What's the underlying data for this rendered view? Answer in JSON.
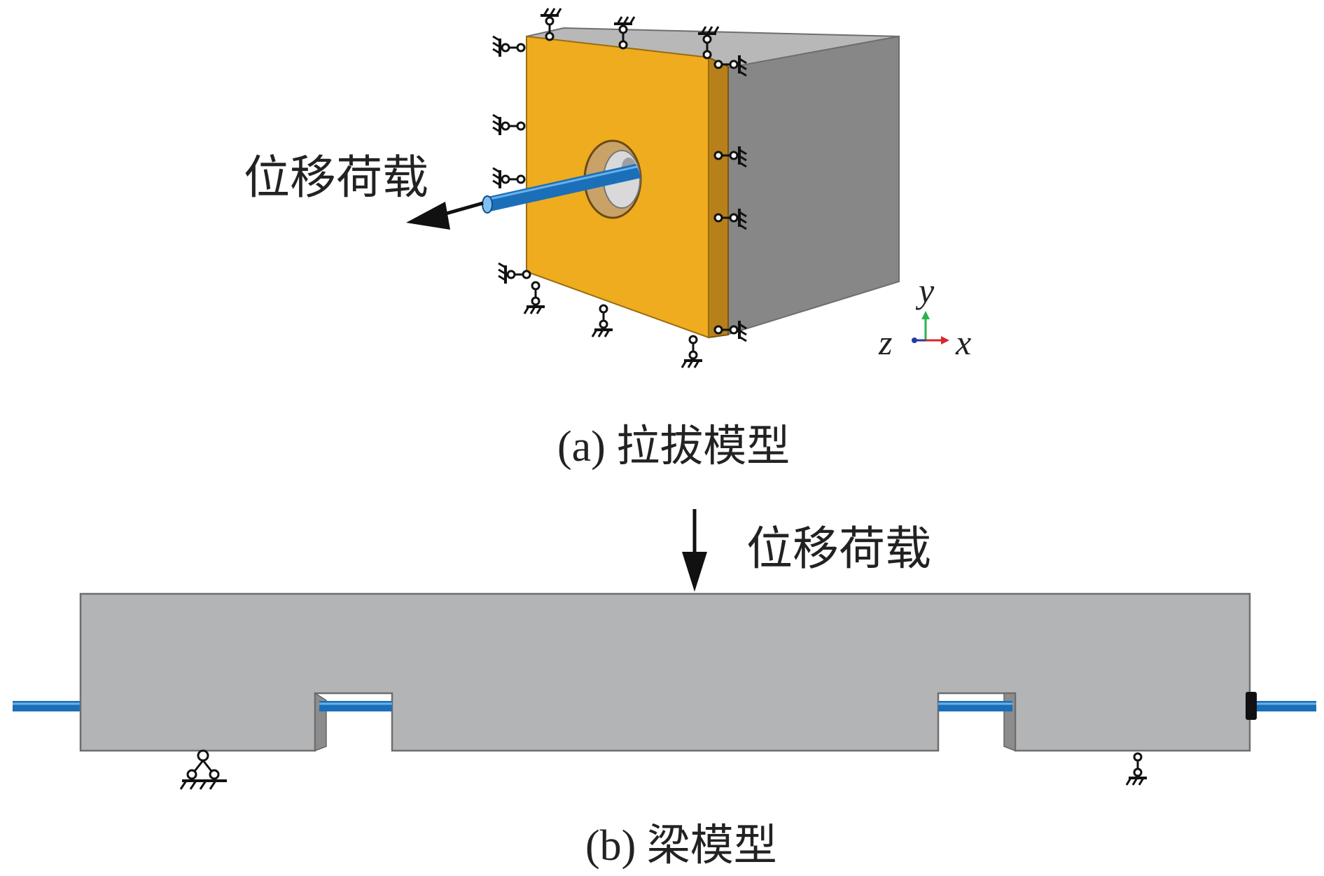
{
  "panel_a": {
    "load_label": "位移荷载",
    "caption": "(a) 拉拔模型",
    "axes": {
      "y": "y",
      "z": "z",
      "x": "x"
    }
  },
  "panel_b": {
    "load_label": "位移荷载",
    "caption": "(b) 梁模型"
  },
  "colors": {
    "loading_plate": "#eeac1e",
    "concrete_side": "#878787",
    "concrete_top": "#b8b8b8",
    "beam": "#b3b4b6",
    "rebar": "#1b6fb8",
    "support": "#111111",
    "axis_y": "#2bb24a",
    "axis_x": "#d6282b",
    "axis_z": "#1f3c9e"
  },
  "icons": [
    "pin-support-icon",
    "roller-support-icon",
    "load-arrow-icon",
    "axis-triad-icon"
  ]
}
